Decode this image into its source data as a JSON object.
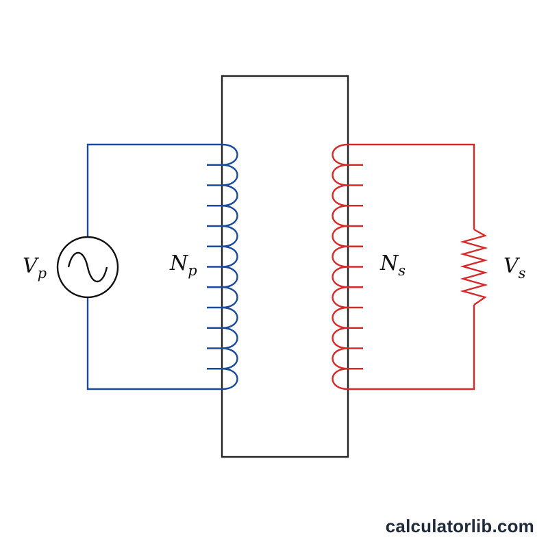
{
  "labels": {
    "primary_voltage": {
      "main": "V",
      "sub": "p"
    },
    "primary_turns": {
      "main": "N",
      "sub": "p"
    },
    "secondary_turns": {
      "main": "N",
      "sub": "s"
    },
    "secondary_voltage": {
      "main": "V",
      "sub": "s"
    }
  },
  "components": {
    "ac_source_icon": "ac-source-icon",
    "resistor_icon": "resistor-icon",
    "primary_coil_icon": "primary-coil-icon",
    "secondary_coil_icon": "secondary-coil-icon",
    "transformer_core_icon": "transformer-core-icon"
  },
  "coils": {
    "primary_turns_drawn": 12,
    "secondary_turns_drawn": 12
  },
  "colors": {
    "primary": "#1a4a9c",
    "secondary": "#d62a2a",
    "core": "#222222",
    "text": "#111111",
    "watermark": "#1f2a3a"
  },
  "watermark": "calculatorlib.com"
}
